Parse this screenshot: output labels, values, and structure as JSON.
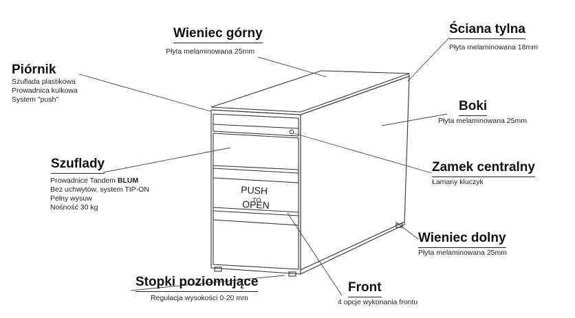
{
  "callouts": {
    "wieniec_gorny": {
      "title": "Wieniec górny",
      "desc": "Płyta melaminowana 25mm"
    },
    "sciana_tylna": {
      "title": "Ściana tylna",
      "desc": "Płyta melaminowana 18mm"
    },
    "piornik": {
      "title": "Piórnik",
      "lines": [
        "Szuflada plastikowa",
        "Prowadnica kulkowa",
        "System \"push\""
      ]
    },
    "boki": {
      "title": "Boki",
      "desc": "Płyta melaminowana 25mm"
    },
    "szuflady": {
      "title": "Szuflady",
      "line1_prefix": "Prowadnice Tandem ",
      "line1_brand": "BLUM",
      "lines": [
        "Bez uchwytów, system TIP-ON",
        "Pełny wysuw",
        "Nośność 30 kg"
      ]
    },
    "zamek_centralny": {
      "title": "Zamek centralny",
      "desc": "Łamany kluczyk"
    },
    "wieniec_dolny": {
      "title": "Wieniec dolny",
      "desc": "Płyta melaminowana 25mm"
    },
    "stopki": {
      "title": "Stopki poziomujące",
      "desc": "Regulacja wysokości 0-20 mm"
    },
    "front": {
      "title": "Front",
      "desc": "4 opcje wykonania frontu"
    }
  },
  "drawer_marking": {
    "push": "PUSH",
    "to": "TO",
    "open": "OPEN"
  },
  "colors": {
    "line": "#333333",
    "text": "#111111",
    "background": "#ffffff"
  }
}
